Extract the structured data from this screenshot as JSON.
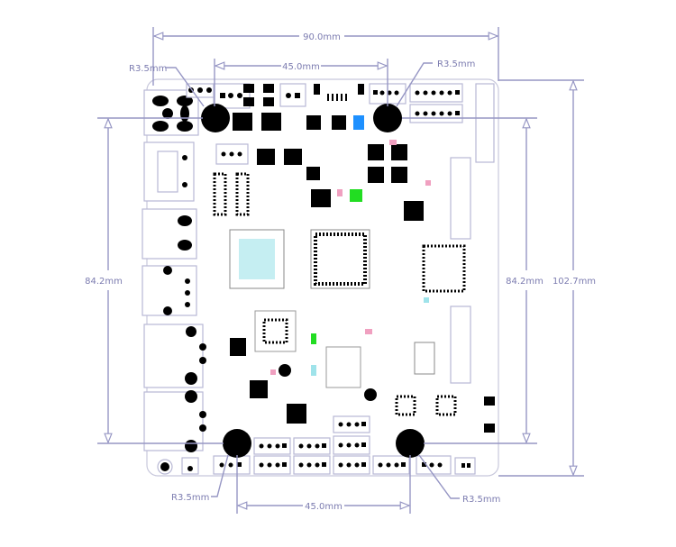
{
  "title": "PCB mechanical dimension drawing",
  "dimensions": {
    "board_width": "90.0mm",
    "top_hole_spacing": "45.0mm",
    "bottom_hole_spacing": "45.0mm",
    "left_hole_vertical": "84.2mm",
    "right_hole_vertical": "84.2mm",
    "board_height": "102.7mm",
    "radius_top_left": "R3.5mm",
    "radius_top_right": "R3.5mm",
    "radius_bottom_left": "R3.5mm",
    "radius_bottom_right": "R3.5mm"
  },
  "colors": {
    "dimension_line": "#9696c4",
    "board_outline": "#c8c8dc",
    "accent_blue": "#1e90ff",
    "accent_green": "#22dd22",
    "accent_cyan": "#9fe3ea",
    "accent_pink": "#f0a0c0"
  }
}
